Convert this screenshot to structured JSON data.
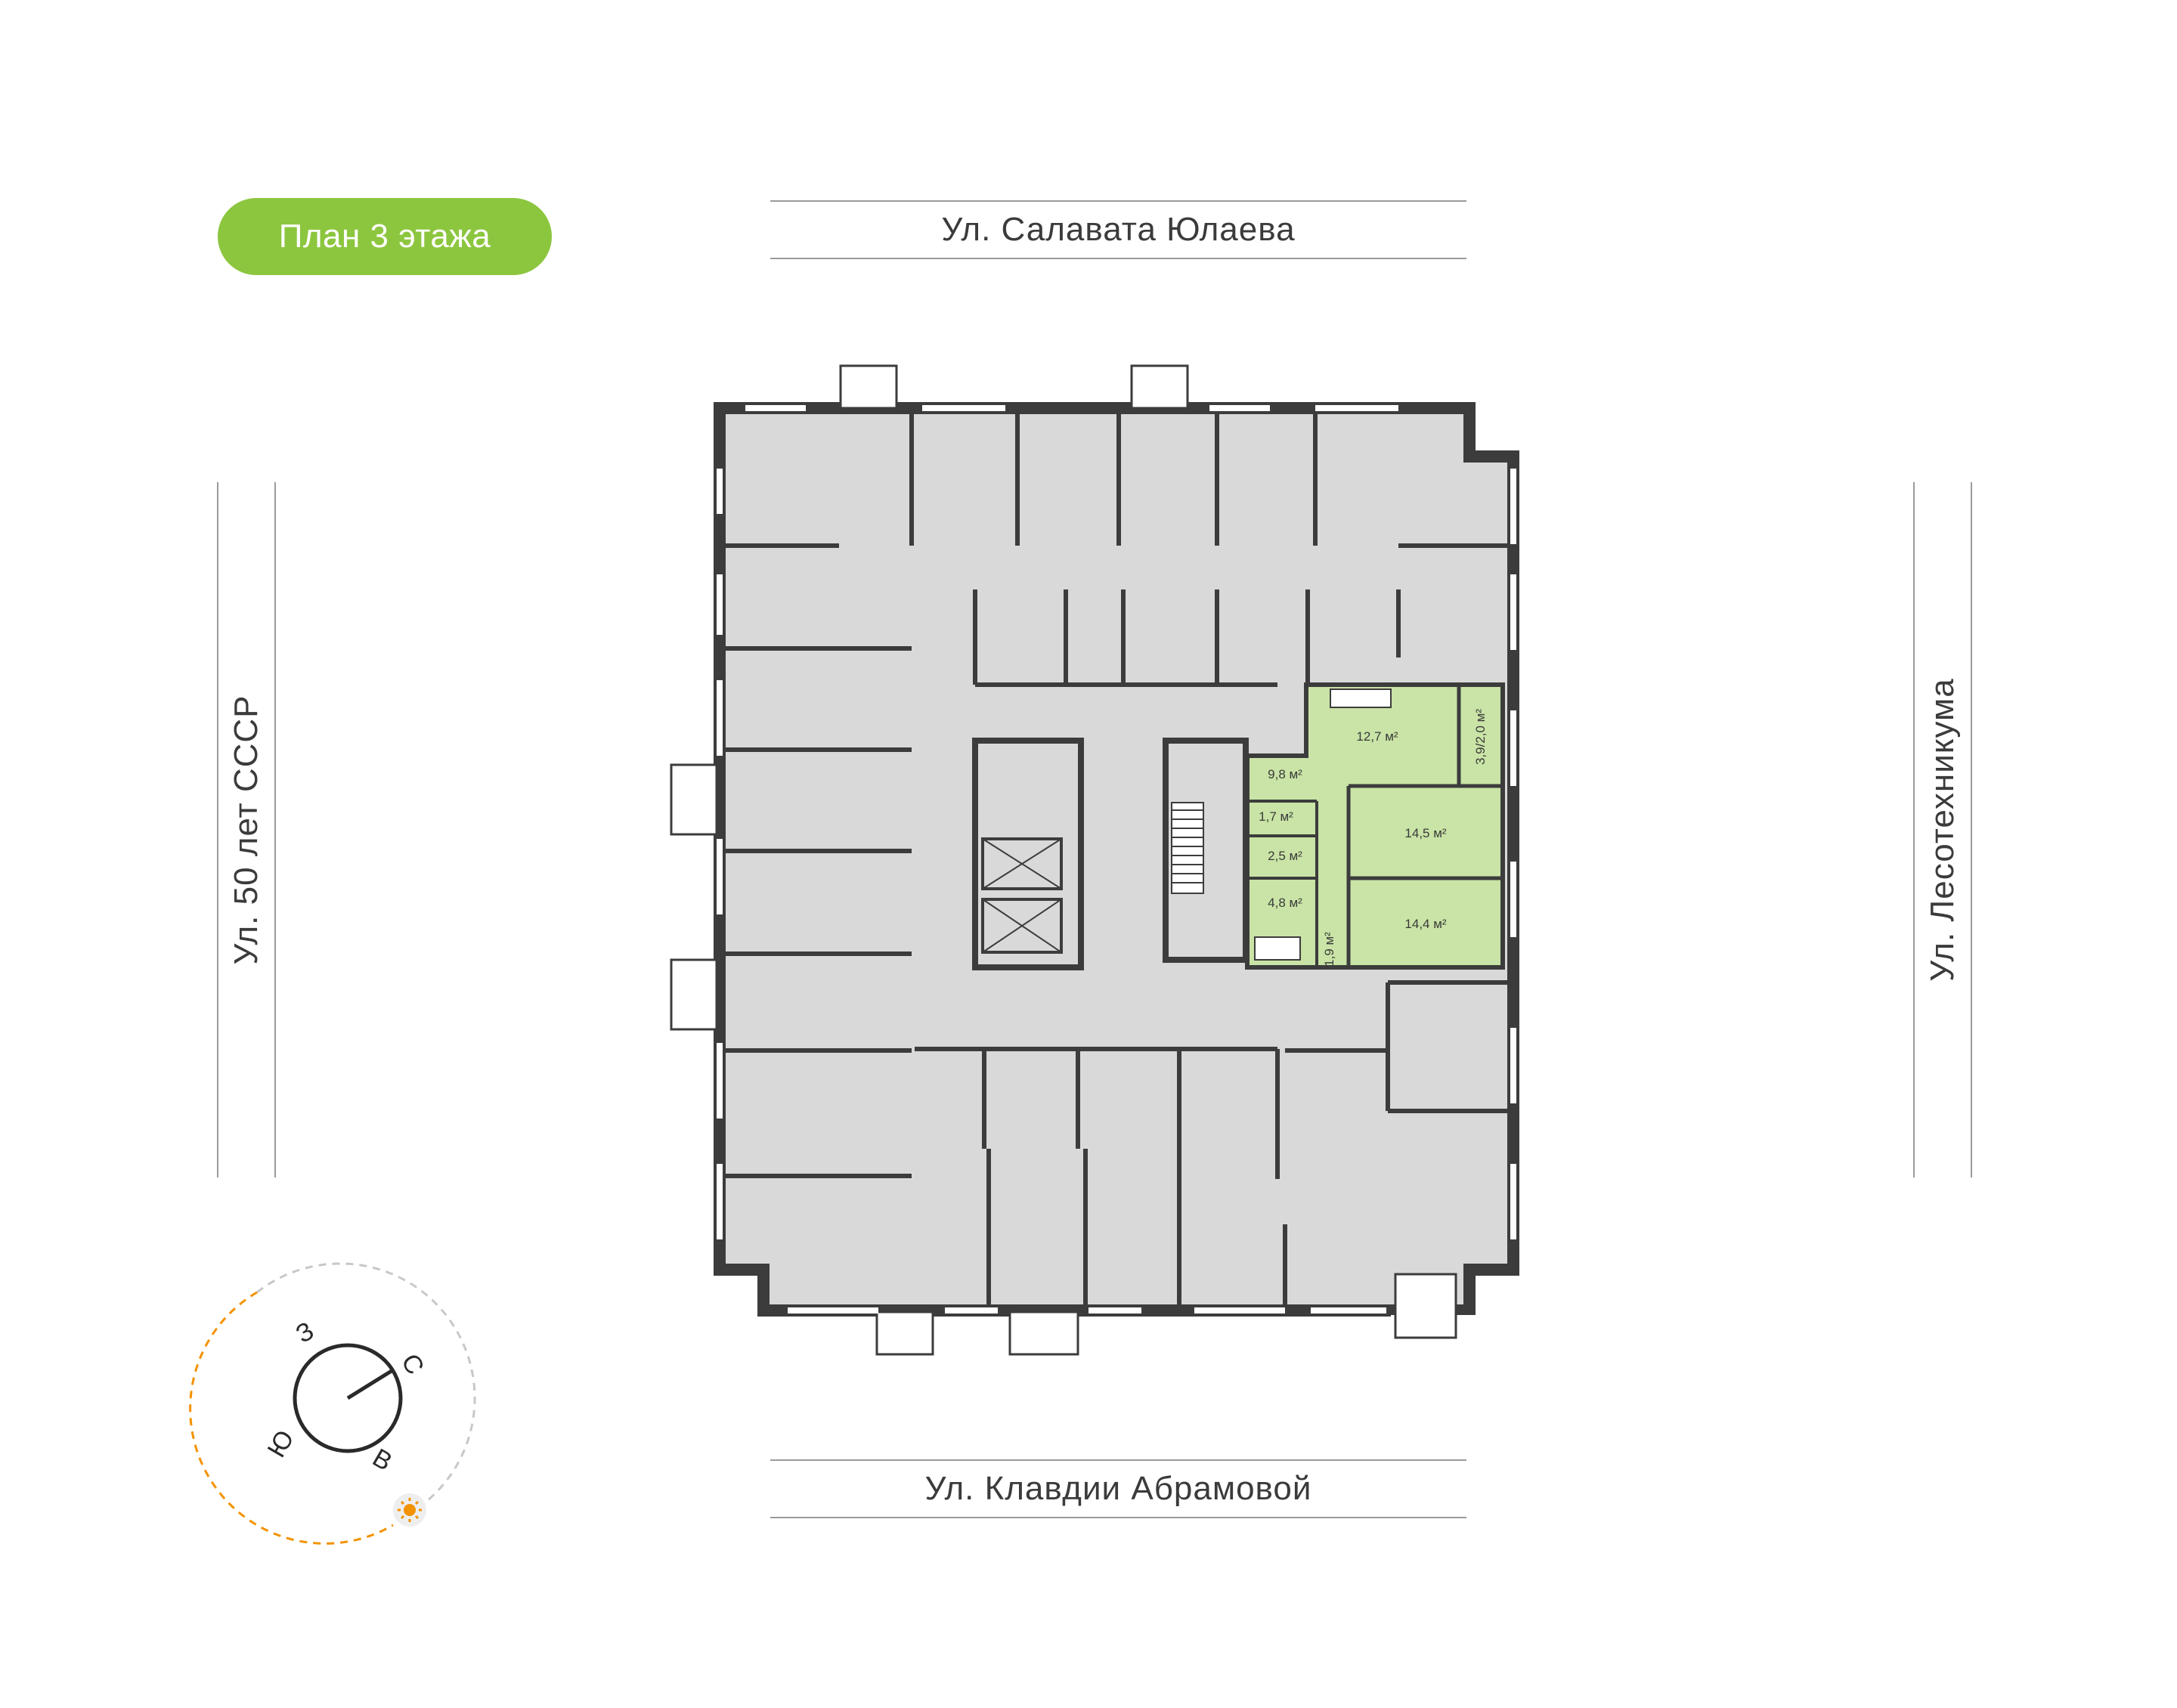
{
  "floor_badge": {
    "label": "План 3 этажа",
    "color": "#8cc63f"
  },
  "streets": {
    "top": "Ул. Салавата Юлаева",
    "bottom": "Ул. Клавдии Абрамовой",
    "left": "Ул. 50 лет СССР",
    "right": "Ул. Лесотехникума"
  },
  "highlighted_apartment": {
    "color": "#c9e4a6",
    "rooms": {
      "kitchen_living": "12,7 м²",
      "balcony": "3,9/2,0 м²",
      "hall": "9,8 м²",
      "wardrobe": "1,7 м²",
      "wc": "2,5 м²",
      "bathroom": "4,8 м²",
      "storage": "1,9 м²",
      "bedroom_1": "14,5 м²",
      "bedroom_2": "14,4 м²"
    }
  },
  "compass": {
    "west": "З",
    "north": "С",
    "south": "Ю",
    "east": "В",
    "sun_icon": "sun-icon",
    "path_color": "#f39200"
  },
  "colors": {
    "wall": "#3c3c3c",
    "room": "#d9d9d9",
    "window": "#ffffff"
  }
}
